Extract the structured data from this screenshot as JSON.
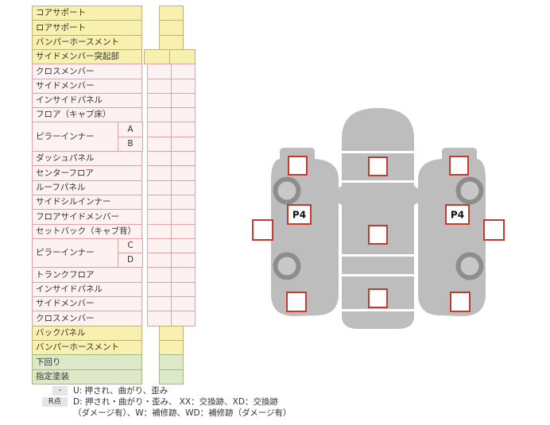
{
  "table": {
    "rows": [
      {
        "label": "コアサポート",
        "color": "yellow",
        "cells": 1
      },
      {
        "label": "ロアサポート",
        "color": "yellow",
        "cells": 1
      },
      {
        "label": "バンパーホースメント",
        "color": "yellow",
        "cells": 1
      },
      {
        "label": "サイドメンバー突起部",
        "color": "yellow",
        "cells": 2
      },
      {
        "label": "クロスメンバー",
        "color": "pink",
        "cells": 2
      },
      {
        "label": "サイドメンバー",
        "color": "pink",
        "cells": 2
      },
      {
        "label": "インサイドパネル",
        "color": "pink",
        "cells": 2
      },
      {
        "label": "フロア（キャブ床）",
        "color": "pink",
        "cells": 2
      },
      {
        "label": "ピラーインナー",
        "color": "pink",
        "cells": 2,
        "subs": [
          "A",
          "B"
        ]
      },
      {
        "label": "ダッシュパネル",
        "color": "pink",
        "cells": 2
      },
      {
        "label": "センターフロア",
        "color": "pink",
        "cells": 2
      },
      {
        "label": "ルーフパネル",
        "color": "pink",
        "cells": 2
      },
      {
        "label": "サイドシルインナー",
        "color": "pink",
        "cells": 2
      },
      {
        "label": "フロアサイドメンバー",
        "color": "pink",
        "cells": 2
      },
      {
        "label": "セットバック（キャブ背）",
        "color": "pink",
        "cells": 2
      },
      {
        "label": "ピラーインナー",
        "color": "pink",
        "cells": 2,
        "subs": [
          "C",
          "D"
        ]
      },
      {
        "label": "トランクフロア",
        "color": "pink",
        "cells": 2
      },
      {
        "label": "インサイドパネル",
        "color": "pink",
        "cells": 2
      },
      {
        "label": "サイドメンバー",
        "color": "pink",
        "cells": 2
      },
      {
        "label": "クロスメンバー",
        "color": "pink",
        "cells": 2
      },
      {
        "label": "バックパネル",
        "color": "yellow",
        "cells": 1
      },
      {
        "label": "バンパーホースメント",
        "color": "yellow",
        "cells": 1
      },
      {
        "label": "下回り",
        "color": "green",
        "cells": 1
      },
      {
        "label": "指定塗装",
        "color": "green",
        "cells": 1
      }
    ]
  },
  "legend": {
    "badge1": "-",
    "line1": "U: 押され、曲がり、歪み",
    "badge2": "R点",
    "line2": "D: 押され・曲がり・歪み、 XX：交換跡、XD：交換跡",
    "line3": "（ダメージ有）、W：補修跡、WD：補修跡（ダメージ有）"
  },
  "diagram": {
    "p4_left": "P4",
    "p4_right": "P4"
  },
  "colors": {
    "row_yellow": "#f7f0ae",
    "row_pink": "#fdf1f1",
    "row_green": "#dce8c8",
    "body_gray": "#bdbdbd",
    "marker_red": "#c33b2d"
  }
}
